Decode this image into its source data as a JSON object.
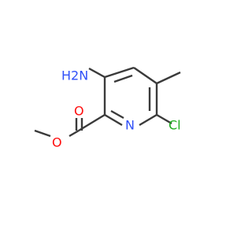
{
  "molecule": {
    "atoms": {
      "amino_label": "H2N",
      "nitrogen_label": "N",
      "chlorine_label": "Cl",
      "carbonyl_oxygen_label": "O",
      "ester_oxygen_label": "O"
    },
    "colors": {
      "bond": "#3a3a3a",
      "nitrogen": "#3050f8",
      "oxygen": "#ff0d0d",
      "chlorine": "#1fae1f"
    }
  }
}
